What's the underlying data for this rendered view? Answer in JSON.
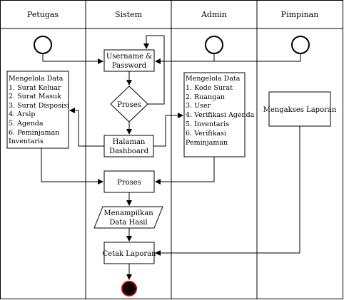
{
  "lanes": [
    "Petugas",
    "Sistem",
    "Admin",
    "Pimpinan"
  ],
  "nodes": {
    "login_line1": "Username &",
    "login_line2": "Password",
    "decision1": "Proses",
    "dashboard_line1": "Halaman",
    "dashboard_line2": "Dashboard",
    "proses2": "Proses",
    "tampil_line1": "Menampilkan",
    "tampil_line2": "Data Hasil",
    "cetak": "Cetak Laporan",
    "pimpinan_akses": "Mengakses Laporan"
  },
  "petugas_list": [
    "Mengelola Data",
    "1. Surat Keluar",
    "2. Surat Masuk",
    "3. Surat Disposisi",
    "4. Arsip",
    "5. Agenda",
    "6. Peminjaman",
    "Inventaris"
  ],
  "admin_list": [
    "Mengelola Data",
    "1. Kode Surat",
    "2. Ruangan",
    "3. User",
    "4. Verifikasi Agenda",
    "5. Inventaris",
    "6. Verifikasi",
    "Peminjaman"
  ],
  "colors": {
    "stroke": "#000000",
    "end_fill": "#000000",
    "end_ring": "#cc0000"
  }
}
